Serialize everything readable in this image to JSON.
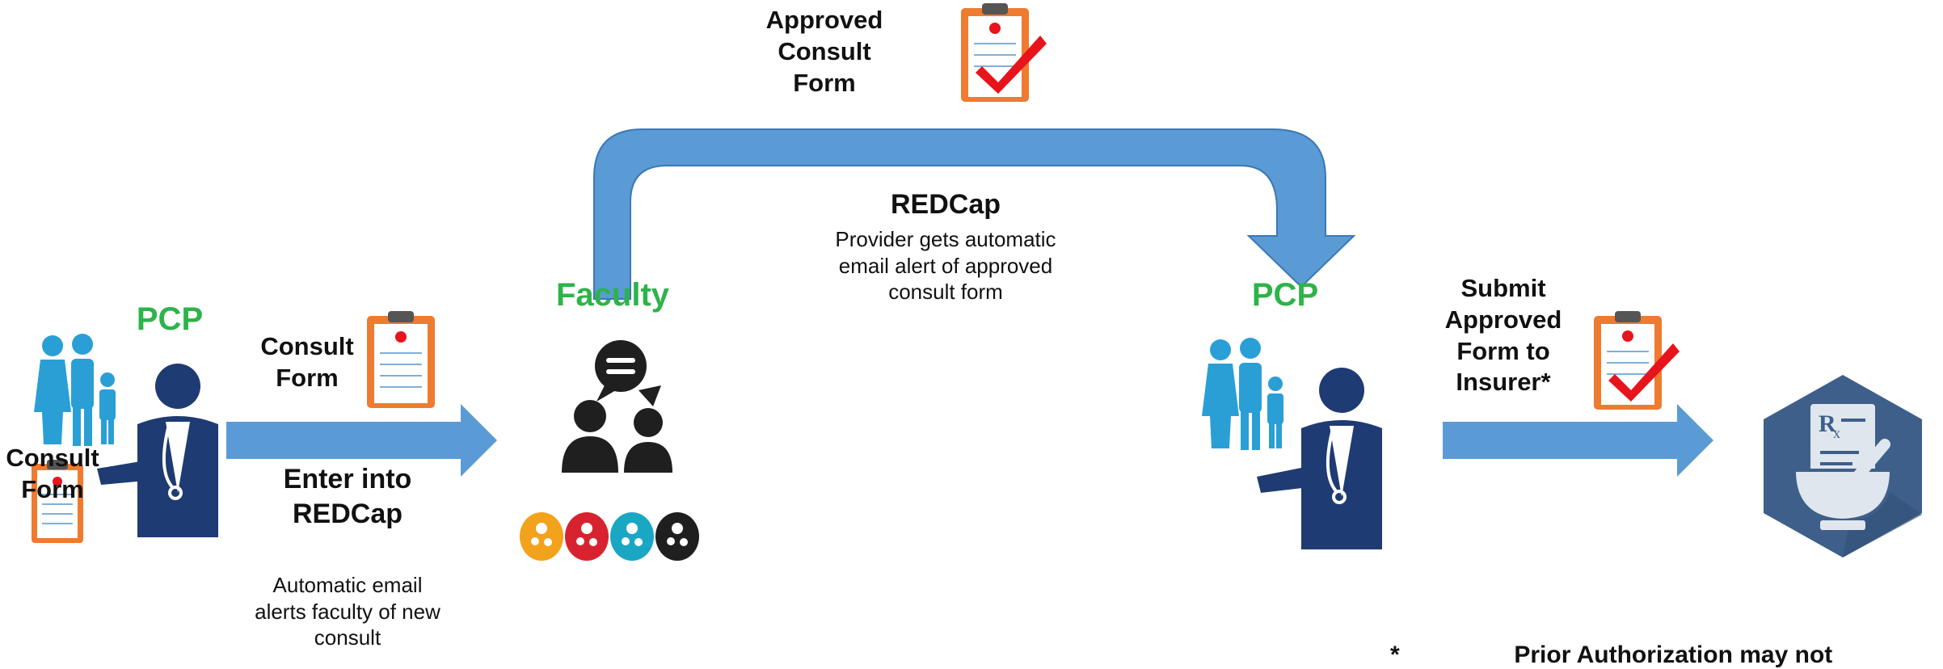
{
  "colors": {
    "arrow": "#5b9bd5",
    "arrow_dark": "#2e75b6",
    "green_label": "#2db34a",
    "navy": "#1f3b73",
    "figure_blue": "#2a9fd6",
    "clipboard": "#ee7b30",
    "check": "#e8141b",
    "pharmacy_bg": "#3e5f8a"
  },
  "left": {
    "role": "PCP",
    "clip_label": "Consult\nForm",
    "consult_label": "Consult\nForm",
    "arrow_title": "Enter into\nREDCap",
    "arrow_note": "Automatic email\nalerts faculty of new\nconsult"
  },
  "center": {
    "role": "Faculty",
    "top_label": "Approved\nConsult\nForm",
    "redcap_title": "REDCap",
    "redcap_note": "Provider gets automatic\nemail alert of approved\nconsult form",
    "badge_colors": [
      "#f2a21b",
      "#d7232f",
      "#1aa7c4",
      "#1f1f1f"
    ]
  },
  "right": {
    "role": "PCP",
    "submit_label": "Submit\nApproved\nForm to\nInsurer*"
  },
  "footnote": "*                 Prior Authorization may not"
}
